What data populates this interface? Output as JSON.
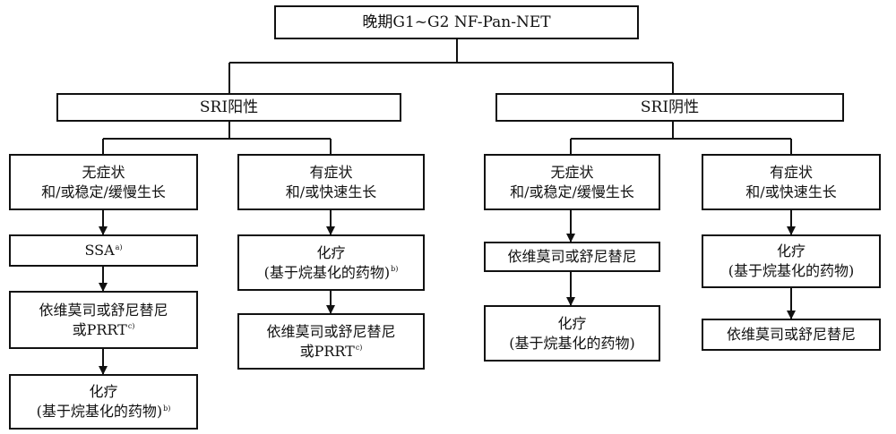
{
  "root": {
    "label": "晚期G1~G2 NF-Pan-NET"
  },
  "left": {
    "header": "SRI阳性",
    "branch_a": {
      "condition": [
        "无症状",
        "和/或稳定/缓慢生长"
      ],
      "step1": {
        "label": "SSA",
        "sup": "a)"
      },
      "step2": {
        "lines": [
          "依维莫司或舒尼替尼",
          "或PRRT"
        ],
        "sup": "c)"
      },
      "step3": {
        "lines": [
          "化疗",
          "(基于烷基化的药物)"
        ],
        "sup": "b)"
      }
    },
    "branch_b": {
      "condition": [
        "有症状",
        "和/或快速生长"
      ],
      "step1": {
        "lines": [
          "化疗",
          "(基于烷基化的药物)"
        ],
        "sup": "b)"
      },
      "step2": {
        "lines": [
          "依维莫司或舒尼替尼",
          "或PRRT"
        ],
        "sup": "c)"
      }
    }
  },
  "right": {
    "header": "SRI阴性",
    "branch_a": {
      "condition": [
        "无症状",
        "和/或稳定/缓慢生长"
      ],
      "step1": {
        "label": "依维莫司或舒尼替尼"
      },
      "step2": {
        "lines": [
          "化疗",
          "(基于烷基化的药物)"
        ]
      }
    },
    "branch_b": {
      "condition": [
        "有症状",
        "和/或快速生长"
      ],
      "step1": {
        "lines": [
          "化疗",
          "(基于烷基化的药物)"
        ]
      },
      "step2": {
        "label": "依维莫司或舒尼替尼"
      }
    }
  }
}
